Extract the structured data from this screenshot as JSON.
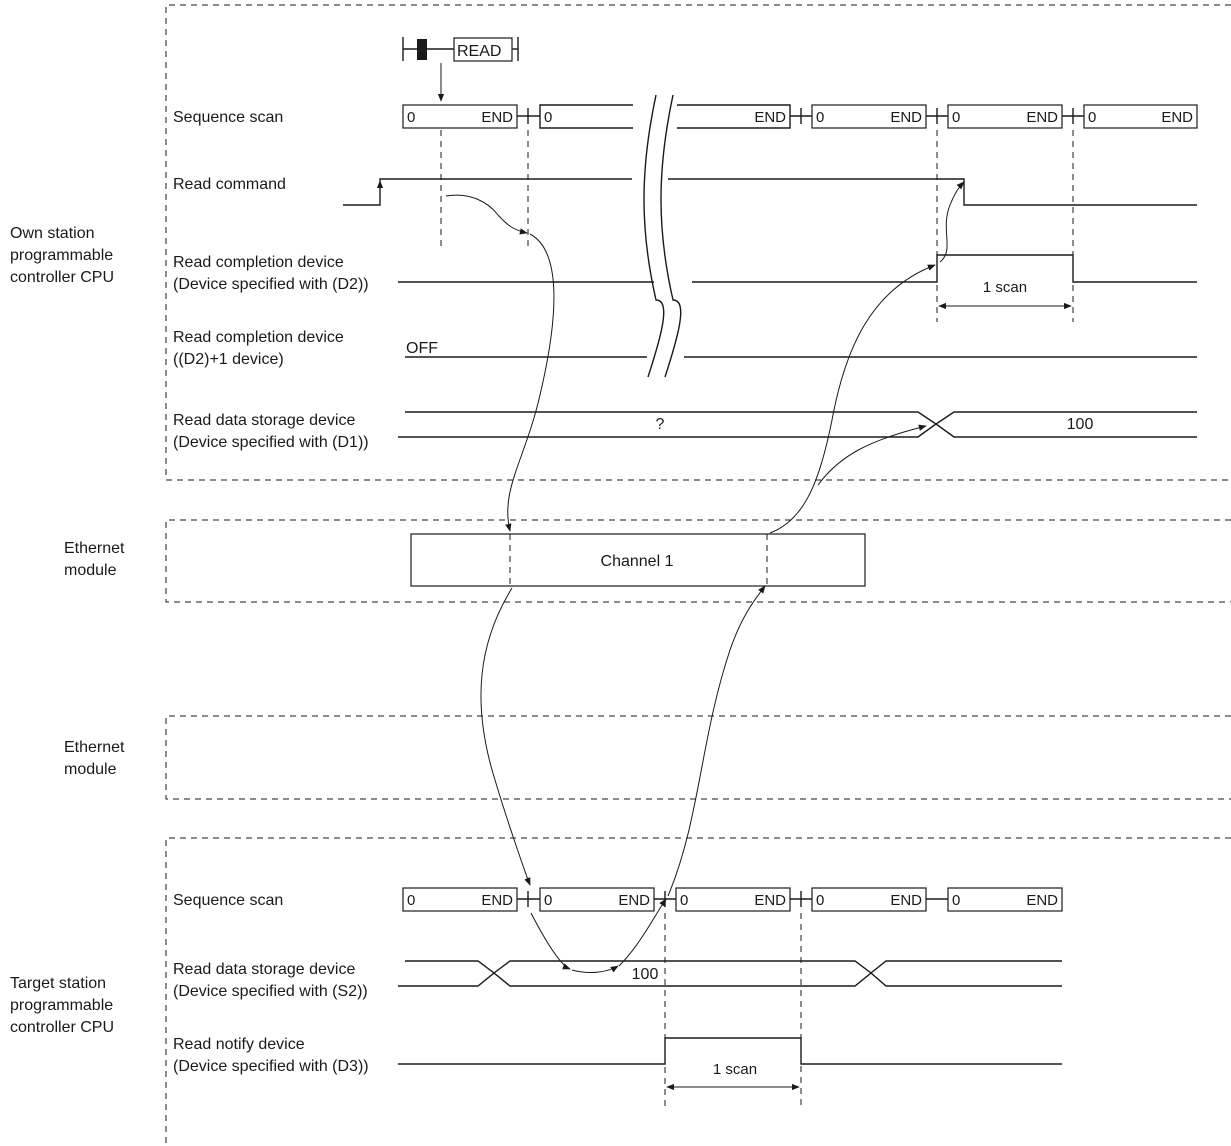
{
  "diagram": {
    "read_instruction": "READ",
    "zones": {
      "own_station": [
        "Own station",
        "programmable",
        "controller CPU"
      ],
      "ethernet_module_1": [
        "Ethernet",
        "module"
      ],
      "ethernet_module_2": [
        "Ethernet",
        "module"
      ],
      "target_station": [
        "Target station",
        "programmable",
        "controller CPU"
      ]
    },
    "own_signals": {
      "sequence_scan": [
        "Sequence scan"
      ],
      "read_command": [
        "Read command"
      ],
      "read_completion_d2": [
        "Read completion device",
        "(Device specified with (D2))"
      ],
      "read_completion_d2_plus1": [
        "Read completion device",
        "((D2)+1 device)"
      ],
      "read_data_storage_d1": [
        "Read data storage device",
        "(Device specified with (D1))"
      ]
    },
    "target_signals": {
      "sequence_scan": [
        "Sequence scan"
      ],
      "read_data_storage_s2": [
        "Read data storage device",
        "(Device specified with (S2))"
      ],
      "read_notify_d3": [
        "Read notify device",
        "(Device specified with (D3))"
      ]
    },
    "scan_start": "0",
    "scan_end": "END",
    "off_label": "OFF",
    "unknown_value": "?",
    "read_value": "100",
    "channel_label": "Channel 1",
    "one_scan": "1 scan"
  }
}
